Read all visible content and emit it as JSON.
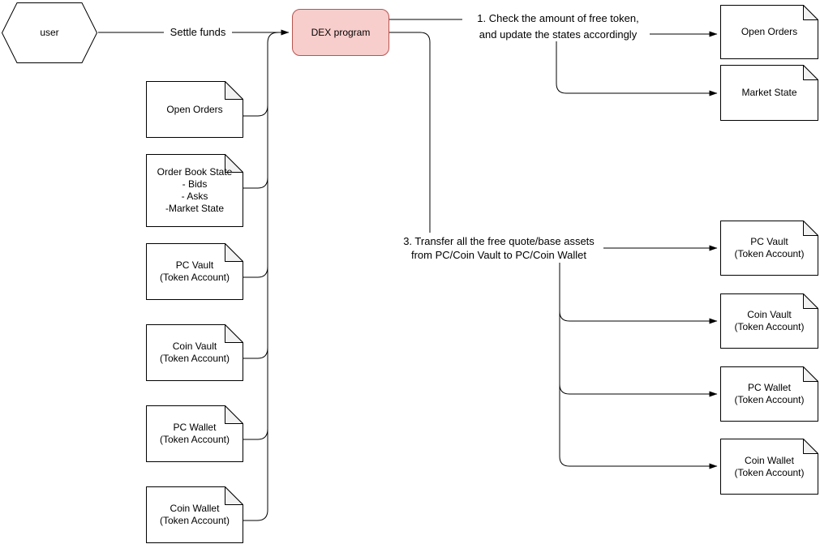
{
  "diagram": {
    "user": {
      "label": "user"
    },
    "dex": {
      "label": "DEX program"
    },
    "edges": {
      "settle_funds_label": "Settle funds"
    },
    "annotations": {
      "step1": "1. Check the amount of free token,\nand update the states accordingly",
      "step3": "3. Transfer all the free quote/base assets\nfrom PC/Coin Vault to PC/Coin Wallet"
    },
    "left_docs": [
      {
        "label": "Open Orders"
      },
      {
        "label": "Order Book State\n- Bids\n- Asks\n-Market State"
      },
      {
        "label": "PC Vault\n(Token Account)"
      },
      {
        "label": "Coin Vault\n(Token Account)"
      },
      {
        "label": "PC Wallet\n(Token Account)"
      },
      {
        "label": "Coin Wallet\n(Token Account)"
      }
    ],
    "right_docs": [
      {
        "label": "Open Orders"
      },
      {
        "label": "Market State"
      },
      {
        "label": "PC Vault\n(Token Account)"
      },
      {
        "label": "Coin Vault\n(Token Account)"
      },
      {
        "label": "PC Wallet\n(Token Account)"
      },
      {
        "label": "Coin Wallet\n(Token Account)"
      }
    ],
    "colors": {
      "dex_fill": "#f8cecc",
      "dex_stroke": "#b85450",
      "doc_fill": "#ffffff",
      "doc_fold_fill": "#f2f2f2",
      "line_stroke": "#000000",
      "background": "#ffffff"
    }
  }
}
